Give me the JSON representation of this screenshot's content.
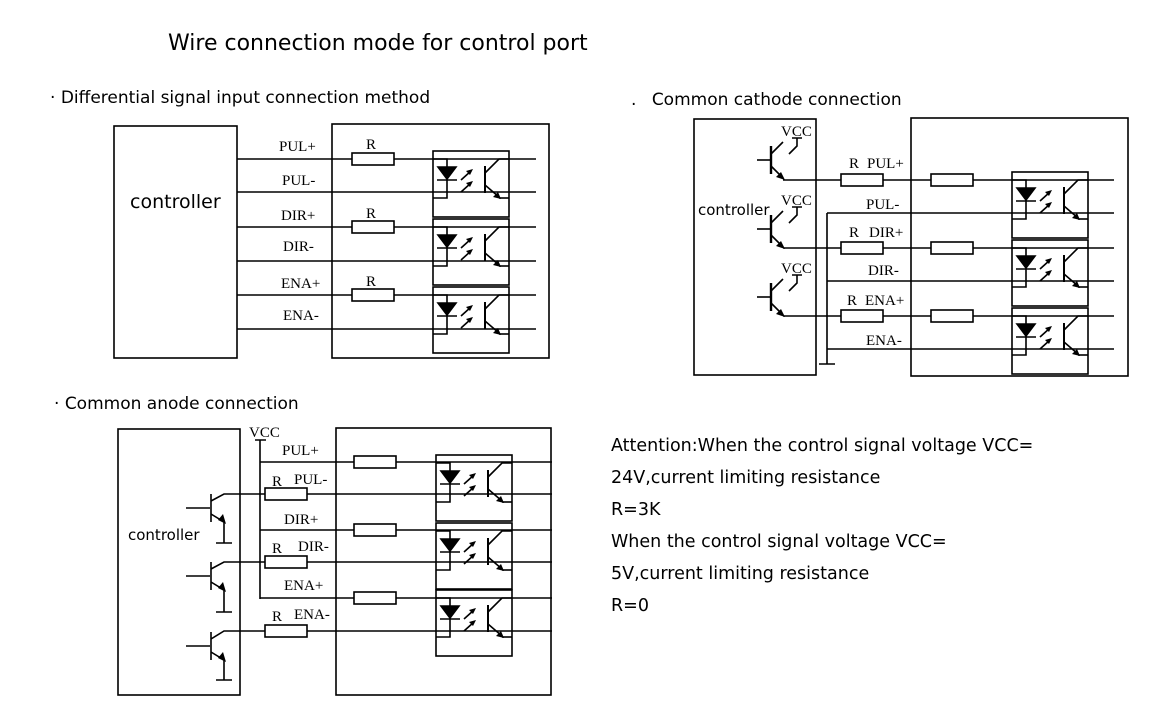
{
  "title": "Wire connection mode for control port",
  "sections": {
    "differential": {
      "heading": "Differential signal input connection method",
      "bullet": "·",
      "controller_label": "controller",
      "signals": [
        "PUL+",
        "PUL-",
        "DIR+",
        "DIR-",
        "ENA+",
        "ENA-"
      ],
      "resistor_label": "R"
    },
    "cathode": {
      "heading": "Common cathode connection",
      "bullet": ".",
      "controller_label": "controller",
      "vcc_label": "VCC",
      "signals": [
        "PUL+",
        "PUL-",
        "DIR+",
        "DIR-",
        "ENA+",
        "ENA-"
      ],
      "resistor_label": "R"
    },
    "anode": {
      "heading": "Common anode connection",
      "bullet": "·",
      "controller_label": "controller",
      "vcc_label": "VCC",
      "signals": [
        "PUL+",
        "PUL-",
        "DIR+",
        "DIR-",
        "ENA+",
        "ENA-"
      ],
      "resistor_label": "R"
    }
  },
  "note": {
    "lines": [
      "Attention:When the control signal voltage VCC=",
      "24V,current limiting resistance",
      "R=3K",
      "When the control signal voltage VCC=",
      "5V,current limiting resistance",
      "R=0"
    ]
  },
  "colors": {
    "line": "#000000",
    "background": "#ffffff"
  }
}
